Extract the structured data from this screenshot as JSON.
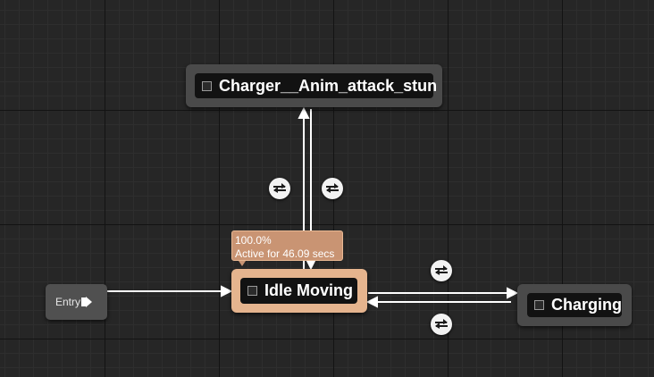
{
  "nodes": {
    "entry": {
      "label": "Entry"
    },
    "attack": {
      "label": "Charger__Anim_attack_stun"
    },
    "idle": {
      "label": "Idle Moving",
      "active": true
    },
    "charging": {
      "label": "Charging"
    }
  },
  "tooltip": {
    "line1": "100.0%",
    "line2": "Active for 46.09 secs"
  },
  "transitions": [
    {
      "from": "Idle Moving",
      "to": "Charger__Anim_attack_stun",
      "icon": "transition-rule-icon"
    },
    {
      "from": "Charger__Anim_attack_stun",
      "to": "Idle Moving",
      "icon": "transition-rule-icon"
    },
    {
      "from": "Idle Moving",
      "to": "Charging",
      "icon": "transition-rule-icon"
    },
    {
      "from": "Charging",
      "to": "Idle Moving",
      "icon": "transition-rule-icon"
    }
  ],
  "colors": {
    "active_state": "#e5b48e",
    "state_node": "#4a4a4a",
    "wire": "#ffffff"
  }
}
